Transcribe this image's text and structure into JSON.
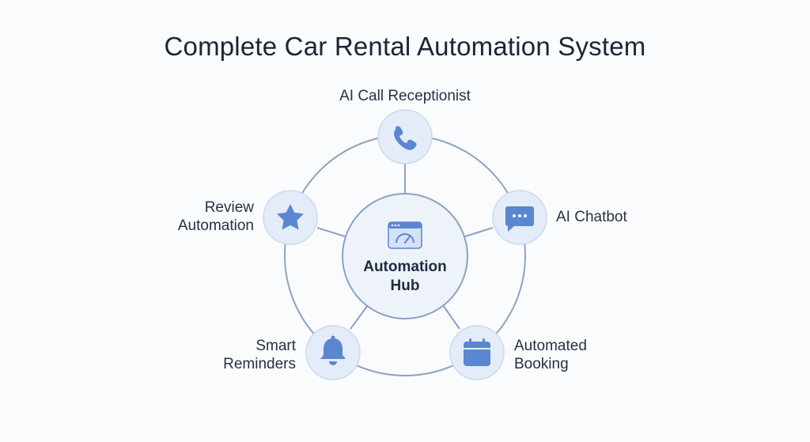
{
  "title": "Complete Car Rental Automation System",
  "hub": {
    "line1": "Automation",
    "line2": "Hub",
    "icon": "dashboard-window-icon"
  },
  "nodes": {
    "receptionist": {
      "label": "AI Call Receptionist",
      "icon": "phone-icon"
    },
    "chatbot": {
      "label": "AI Chatbot",
      "icon": "chat-bubble-icon"
    },
    "booking": {
      "line1": "Automated",
      "line2": "Booking",
      "icon": "calendar-icon"
    },
    "reminders": {
      "line1": "Smart",
      "line2": "Reminders",
      "icon": "bell-icon"
    },
    "review": {
      "line1": "Review",
      "line2": "Automation",
      "icon": "star-icon"
    }
  },
  "colors": {
    "ring": "#8aa3c4",
    "node_fill": "#e3ecf8",
    "node_stroke": "#ccdaee",
    "icon": "#5b86d0",
    "hub_fill": "#eef3fa",
    "background": "#fafbfd"
  }
}
